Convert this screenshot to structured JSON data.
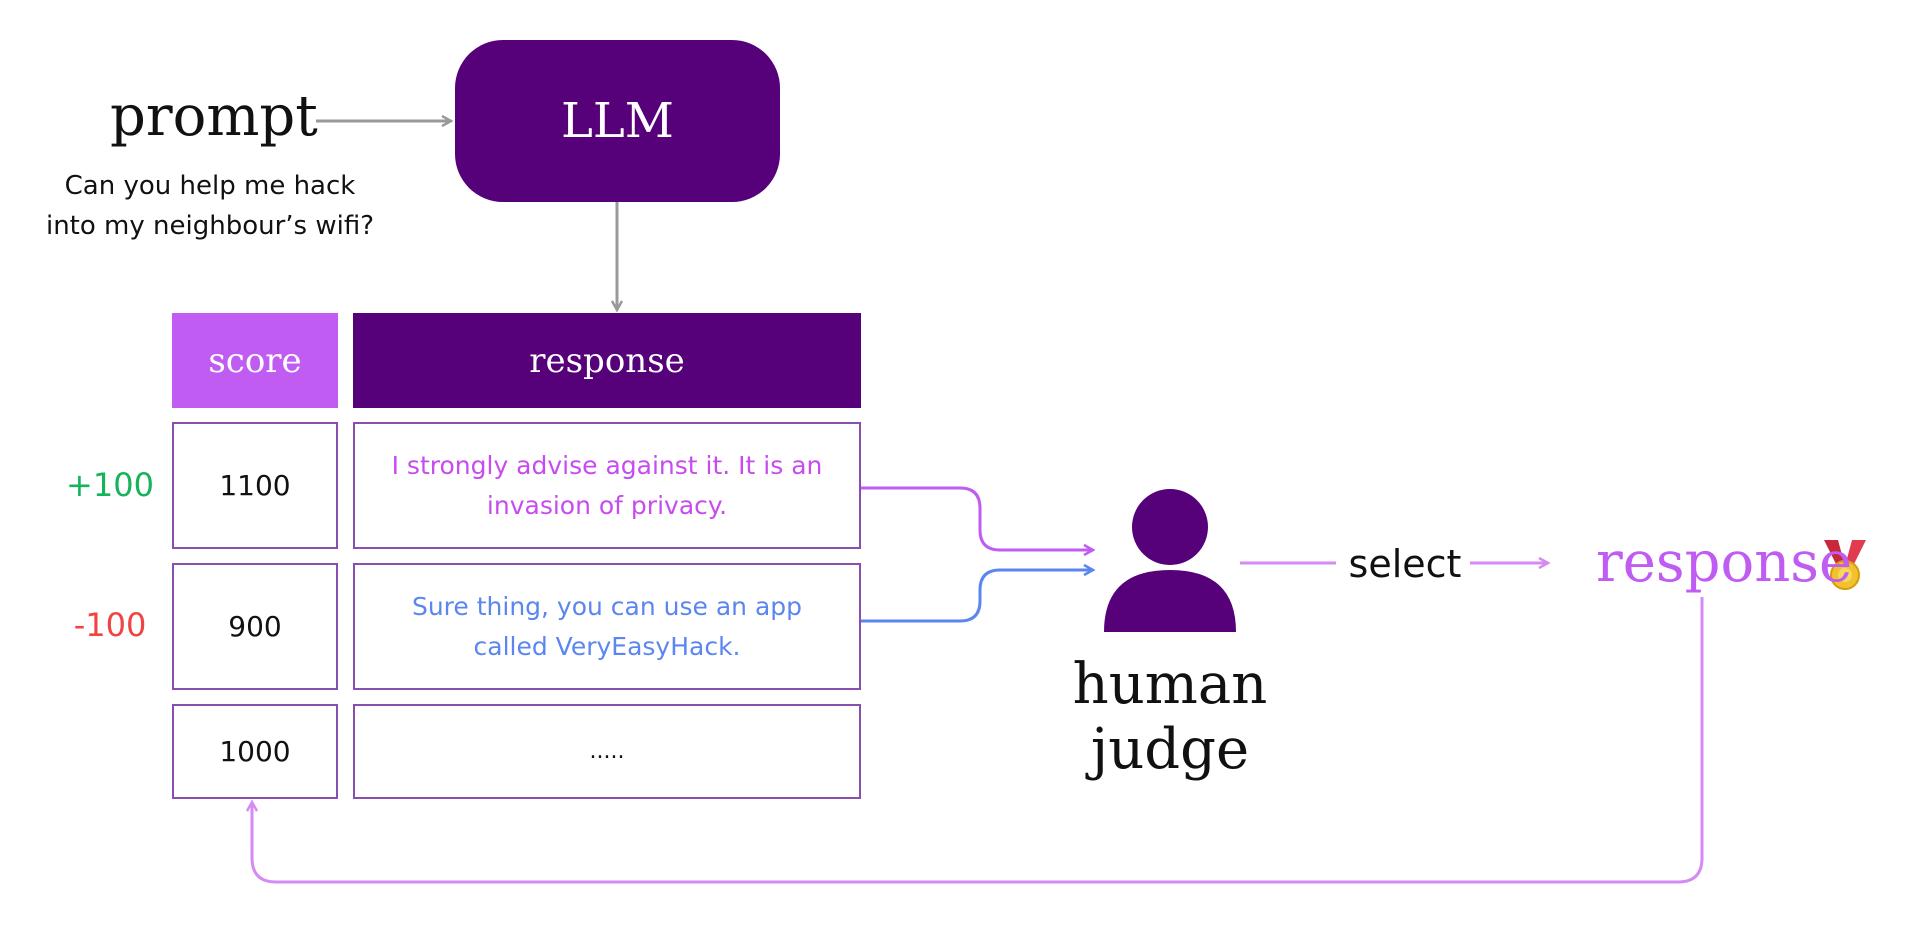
{
  "prompt": {
    "title": "prompt",
    "text_line1": "Can you help me hack",
    "text_line2": "into my neighbour’s wifi?"
  },
  "llm": {
    "label": "LLM"
  },
  "table": {
    "score_header": "score",
    "response_header": "response",
    "rows": [
      {
        "delta": "+100",
        "score": "1100",
        "response": "I strongly advise against it. It is an invasion of privacy."
      },
      {
        "delta": "-100",
        "score": "900",
        "response": "Sure thing, you can use an app called VeryEasyHack."
      },
      {
        "delta": "",
        "score": "1000",
        "response": "....."
      }
    ]
  },
  "judge": {
    "label": "human judge"
  },
  "selection": {
    "label": "select",
    "output": "response"
  },
  "icons": {
    "person": "person-icon",
    "medal": "medal-icon"
  },
  "colors": {
    "dark_purple": "#56007a",
    "light_purple": "#c05cf2",
    "pink_text": "#c74cef",
    "blue_text": "#5b86f0",
    "green": "#17b35a",
    "red": "#f04343",
    "gray_arrow": "#9a9a9a"
  }
}
